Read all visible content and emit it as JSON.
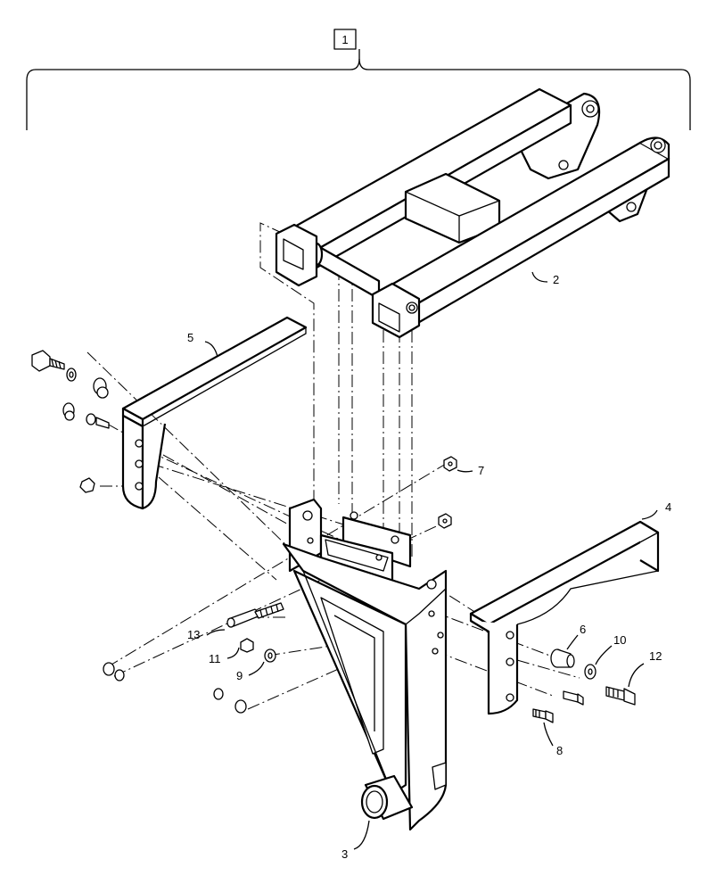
{
  "callouts": {
    "assembly": "1",
    "c2": "2",
    "c3": "3",
    "c4": "4",
    "c5": "5",
    "c6": "6",
    "c7": "7",
    "c8": "8",
    "c9": "9",
    "c10": "10",
    "c11": "11",
    "c12": "12",
    "c13": "13"
  },
  "colors": {
    "line": "#000000",
    "background": "#ffffff"
  }
}
